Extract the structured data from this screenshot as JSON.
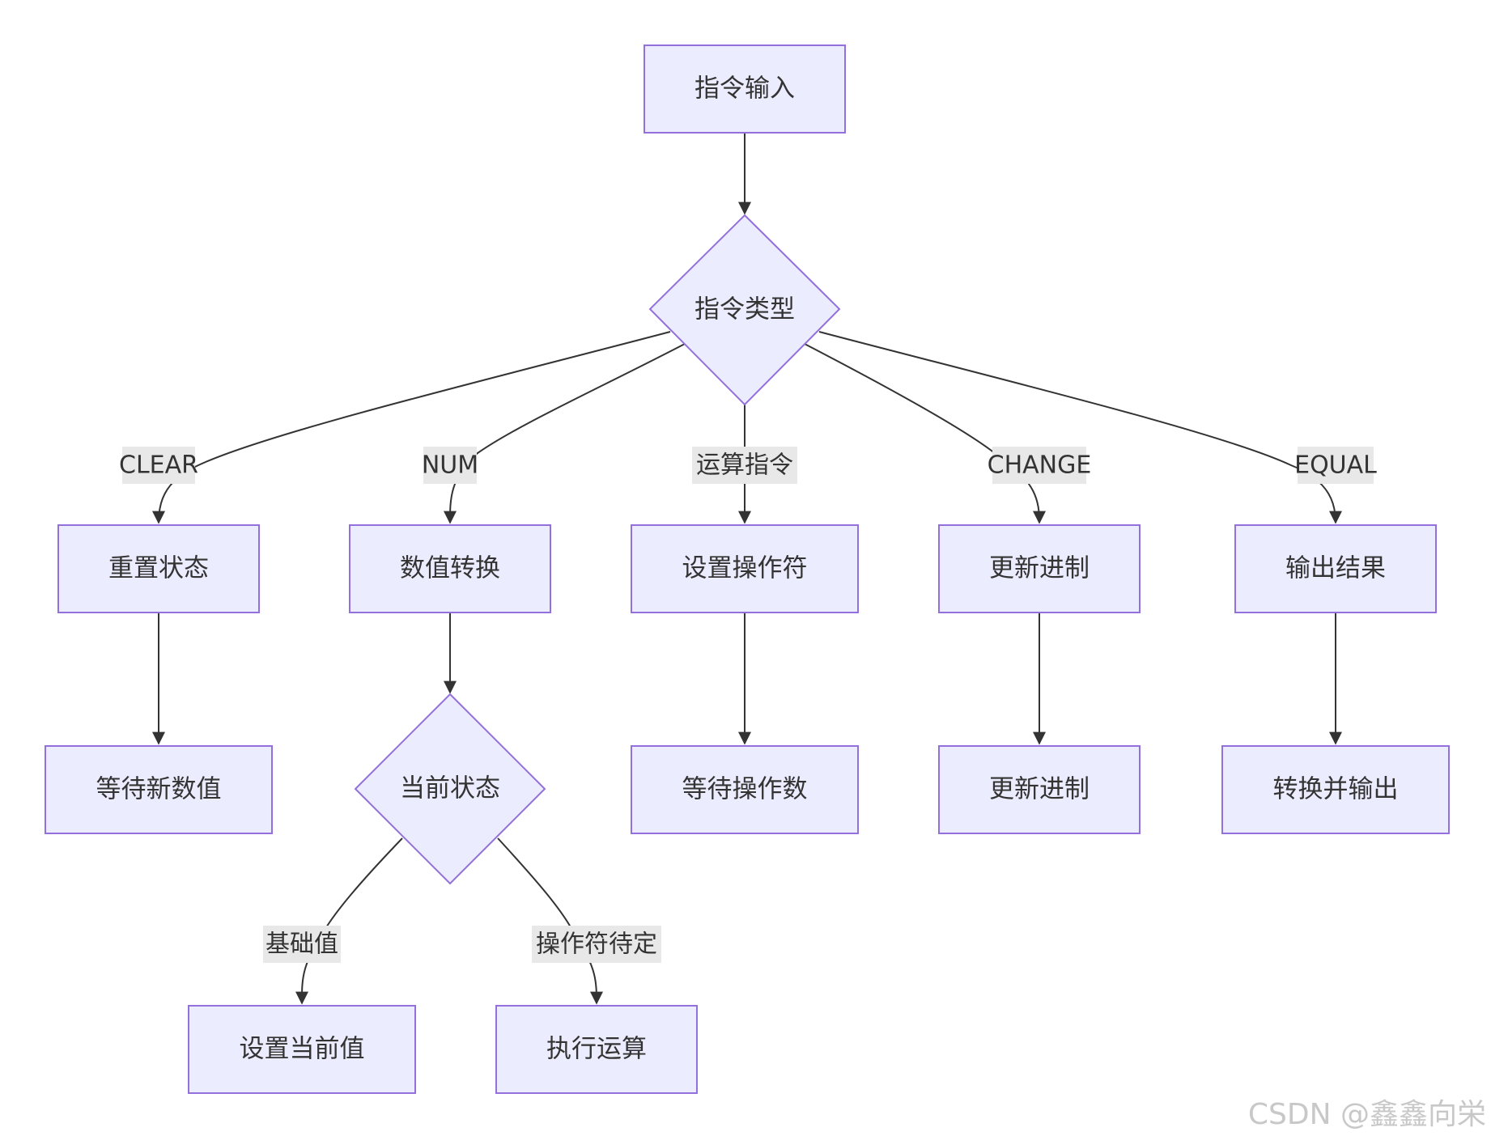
{
  "nodes": {
    "input": "指令输入",
    "type": "指令类型",
    "reset": "重置状态",
    "convert": "数值转换",
    "setop": "设置操作符",
    "updbase": "更新进制",
    "output": "输出结果",
    "waitnum": "等待新数值",
    "state": "当前状态",
    "waitop": "等待操作数",
    "updbase2": "更新进制",
    "convout": "转换并输出",
    "setcur": "设置当前值",
    "exec": "执行运算"
  },
  "edges": {
    "clear": "CLEAR",
    "num": "NUM",
    "op": "运算指令",
    "change": "CHANGE",
    "equal": "EQUAL",
    "base": "基础值",
    "pending": "操作符待定"
  },
  "watermark": "CSDN @鑫鑫向栄"
}
